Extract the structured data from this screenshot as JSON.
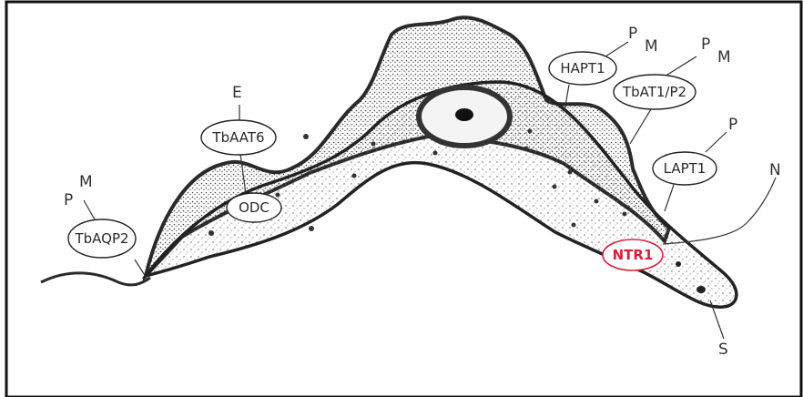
{
  "colors": {
    "ink": "#2a2a2a",
    "highlight": "#d4213a",
    "frame": "#111111"
  },
  "transporters": {
    "tbaqp2": "TbAQP2",
    "tbaat6": "TbAAT6",
    "odc": "ODC",
    "hapt1": "HAPT1",
    "tbat1": "TbAT1/P2",
    "lapt1": "LAPT1",
    "ntr1": "NTR1"
  },
  "letters": {
    "p_left": "P",
    "m_left": "M",
    "e": "E",
    "p_hapt1": "P",
    "m_hapt1": "M",
    "p_tbat1": "P",
    "m_tbat1": "M",
    "p_lapt1": "P",
    "n": "N",
    "s": "S"
  }
}
